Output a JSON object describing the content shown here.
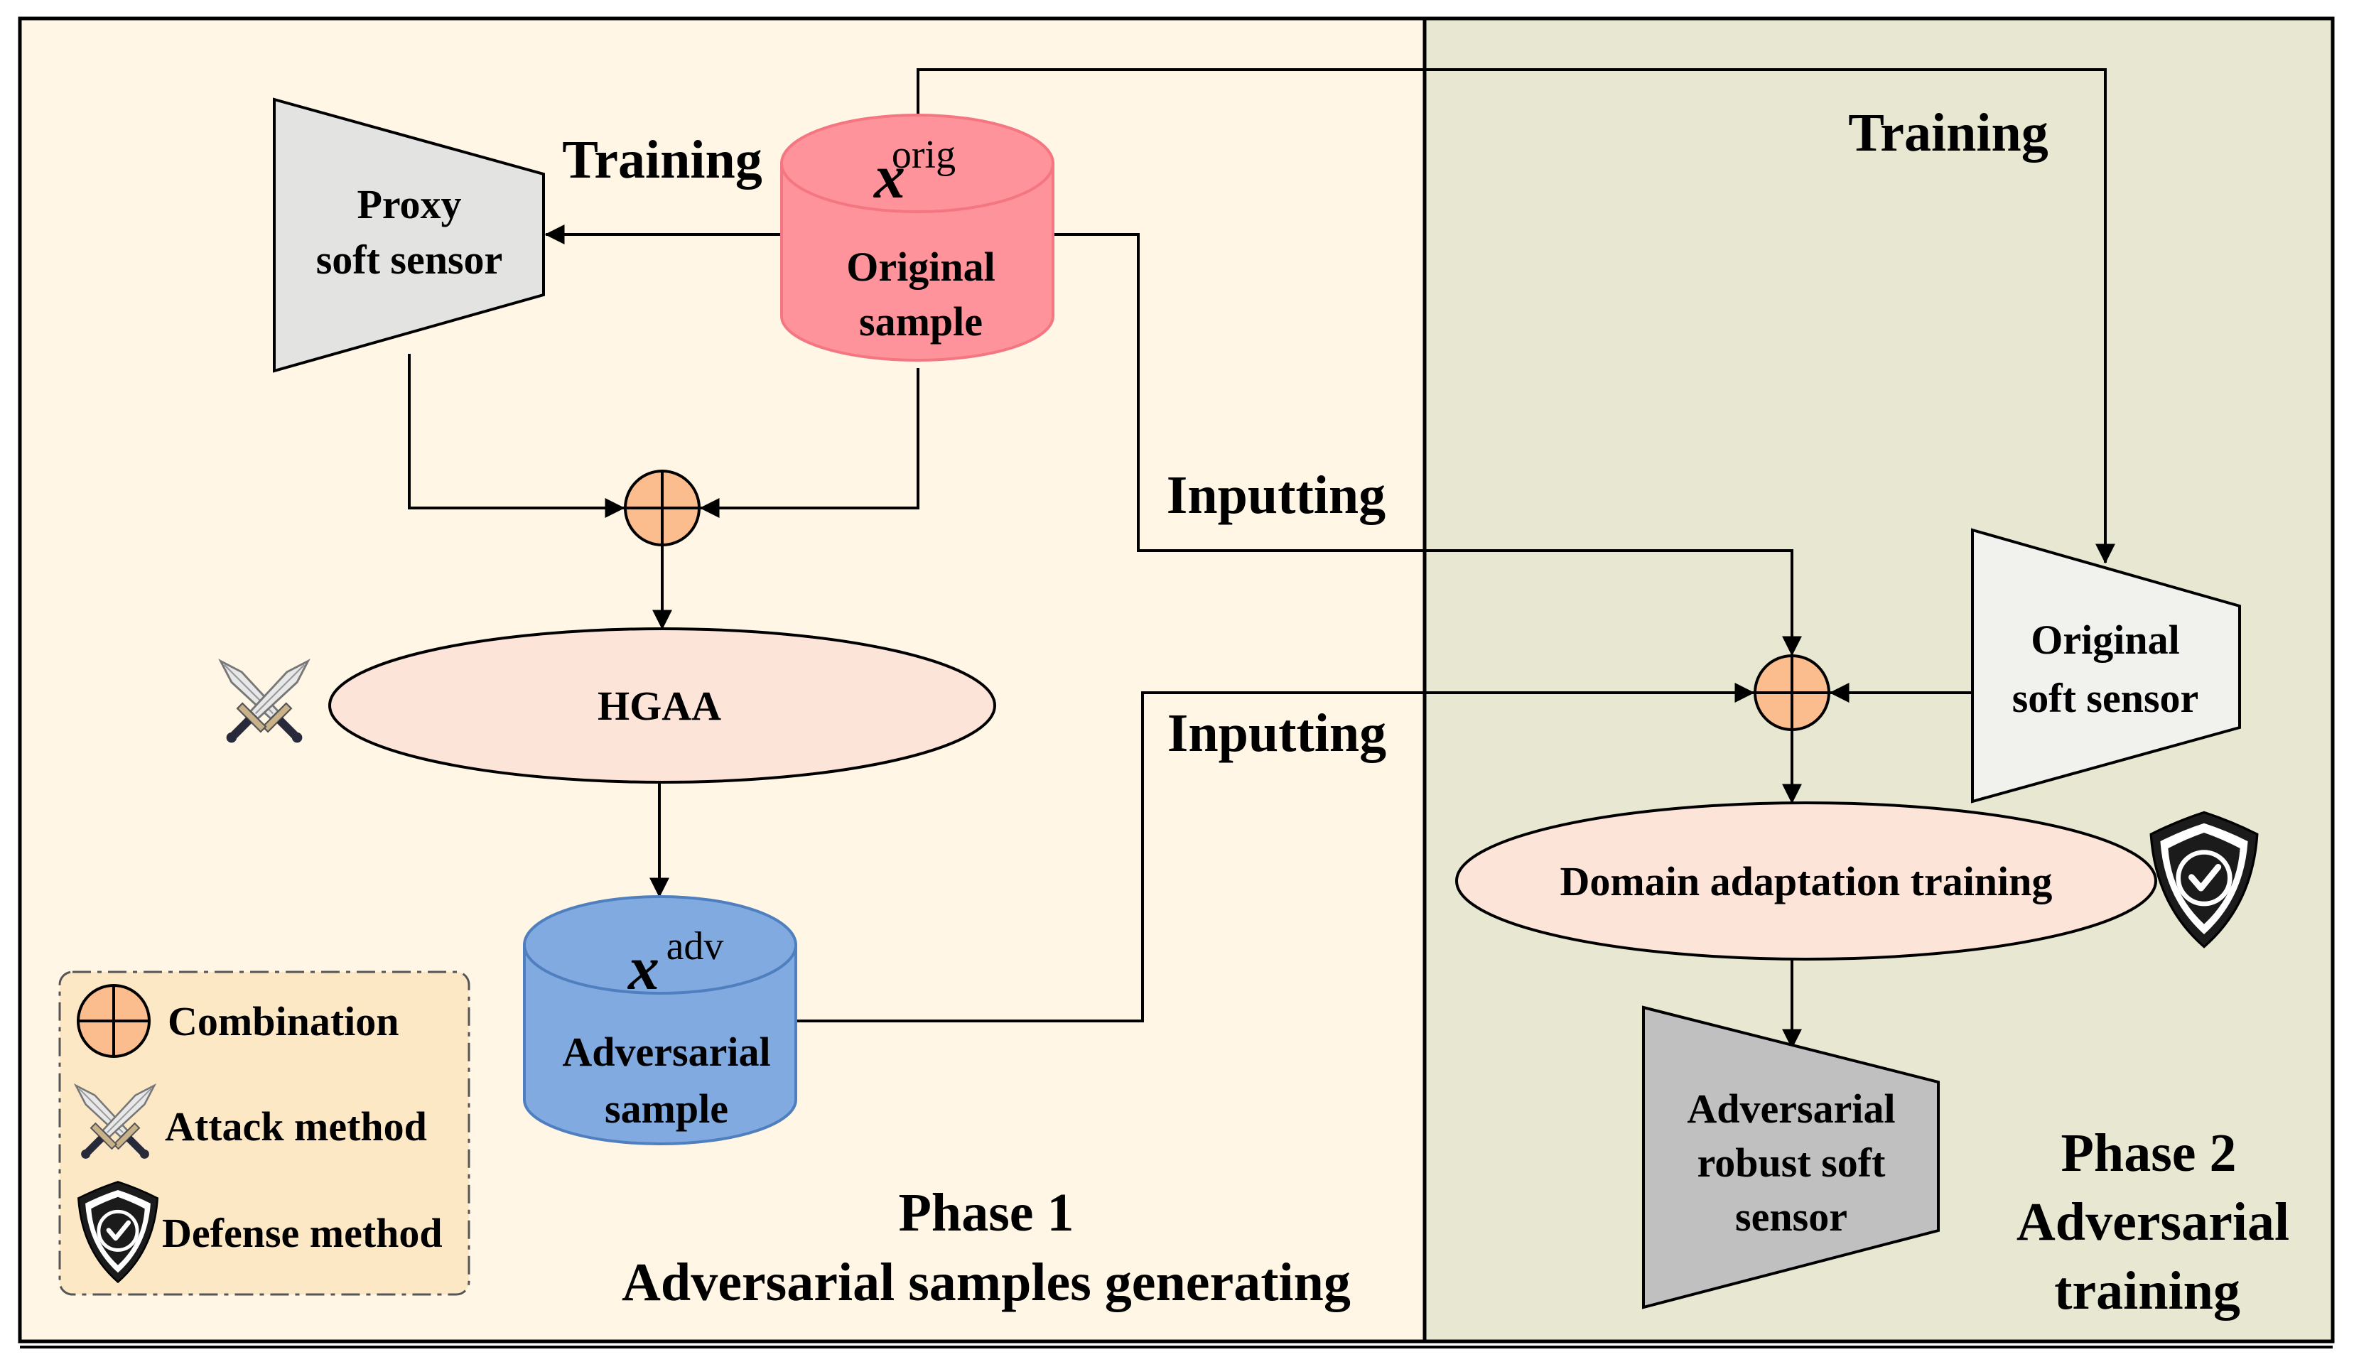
{
  "phase1": {
    "title_line1": "Phase 1",
    "title_line2": "Adversarial samples generating"
  },
  "phase2": {
    "title_line1": "Phase 2",
    "title_line2": "Adversarial",
    "title_line3": "training"
  },
  "nodes": {
    "proxy_sensor": {
      "line1": "Proxy",
      "line2": "soft sensor"
    },
    "original_sample": {
      "symbol": "x",
      "superscript": "orig",
      "line1": "Original",
      "line2": "sample"
    },
    "hgaa": {
      "label": "HGAA"
    },
    "adversarial_sample": {
      "symbol": "x",
      "superscript": "adv",
      "line1": "Adversarial",
      "line2": "sample"
    },
    "original_sensor": {
      "line1": "Original",
      "line2": "soft sensor"
    },
    "domain_adaptation": {
      "label": "Domain adaptation training"
    },
    "robust_sensor": {
      "line1": "Adversarial",
      "line2": "robust soft",
      "line3": "sensor"
    }
  },
  "edge_labels": {
    "training_left": "Training",
    "training_right": "Training",
    "inputting_top": "Inputting",
    "inputting_bottom": "Inputting"
  },
  "legend": {
    "combination": "Combination",
    "attack": "Attack method",
    "defense": "Defense method"
  },
  "icons": {
    "combination": "circle-plus-icon",
    "attack": "crossed-swords-icon",
    "defense": "shield-check-icon"
  },
  "colors": {
    "phase1_bg": "#fff6e6",
    "phase2_bg": "#e8e8d2",
    "original_sample": "#ff939c",
    "adversarial_sample": "#81abe0",
    "combination": "#fbbc8e",
    "ellipse": "#fde4d8",
    "proxy_sensor": "#e3e3e1",
    "original_sensor": "#f1f2ee",
    "robust_sensor": "#c0c0c0",
    "legend_bg": "#fde8c6"
  }
}
